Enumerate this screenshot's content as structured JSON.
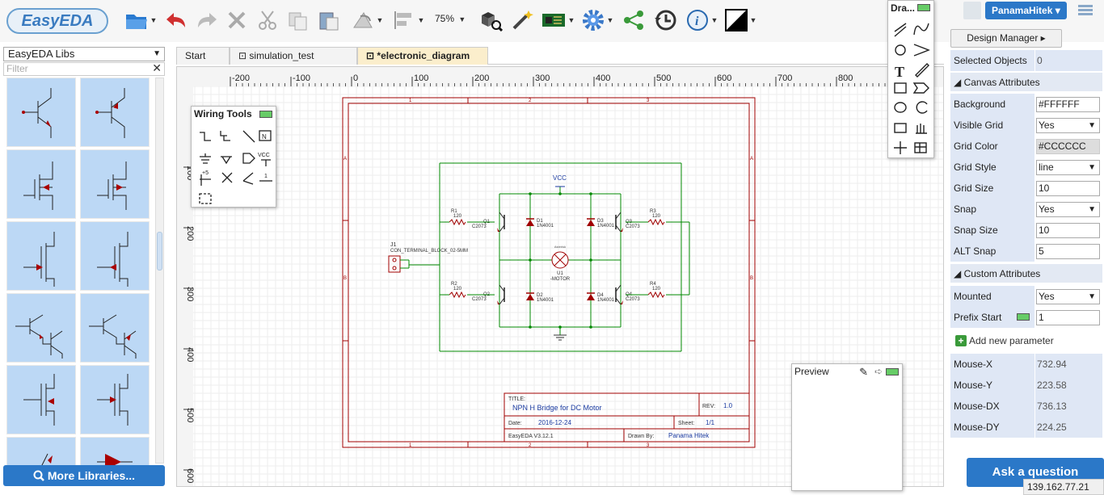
{
  "app": {
    "logo": "EasyEDA"
  },
  "toolbar": {
    "zoom": "75%",
    "icons": [
      "open-file-icon",
      "undo-icon",
      "redo-icon",
      "delete-icon",
      "cut-icon",
      "copy-icon",
      "paste-icon",
      "rotate-icon",
      "align-icon",
      "search-components-icon",
      "magic-wand-icon",
      "pcb-icon",
      "settings-gear-icon",
      "share-icon",
      "history-icon",
      "info-icon",
      "theme-icon"
    ]
  },
  "user": {
    "name": "PanamaHitek"
  },
  "library": {
    "selector": "EasyEDA Libs",
    "filter_placeholder": "Filter",
    "more_button": "More Libraries..."
  },
  "tabs": [
    {
      "label": "Start"
    },
    {
      "label": "simulation_test"
    },
    {
      "label": "*electronic_diagram"
    }
  ],
  "ruler": {
    "x_labels": [
      "-200",
      "-100",
      "0",
      "100",
      "200",
      "300",
      "400",
      "500",
      "600",
      "700",
      "800"
    ],
    "y_labels": [
      "100",
      "200",
      "300",
      "400",
      "500",
      "600"
    ]
  },
  "wiring_tools": {
    "title": "Wiring Tools"
  },
  "drawing_tools": {
    "title": "Dra..."
  },
  "preview": {
    "title": "Preview"
  },
  "schematic": {
    "border_cols": [
      "1",
      "2",
      "3"
    ],
    "border_rows": [
      "A",
      "B"
    ],
    "title_label": "TITLE:",
    "title": "NPN H Bridge for DC Motor",
    "rev_label": "REV:",
    "rev": "1.0",
    "date_label": "Date:",
    "date": "2016-12-24",
    "sheet_label": "Sheet:",
    "sheet": "1/1",
    "version": "EasyEDA V3.12.1",
    "drawn_label": "Drawn By:",
    "drawn": "Panama Hitek",
    "vcc": "VCC",
    "connector_ref": "J1",
    "connector_name": "CON_TERMINAL_BLOCK_02-5MM",
    "motor_ref": "U1",
    "motor_name": "-MOTOR",
    "motor_tag": "Asterisk",
    "resistors": [
      {
        "ref": "R1",
        "val": "120"
      },
      {
        "ref": "R2",
        "val": "120"
      },
      {
        "ref": "R3",
        "val": "120"
      },
      {
        "ref": "R4",
        "val": "120"
      }
    ],
    "transistors": [
      {
        "ref": "Q1",
        "val": "C2073"
      },
      {
        "ref": "Q2",
        "val": "C2073"
      },
      {
        "ref": "Q3",
        "val": "C2073"
      },
      {
        "ref": "Q4",
        "val": "C2073"
      }
    ],
    "diodes": [
      {
        "ref": "D1",
        "val": "1N4001"
      },
      {
        "ref": "D2",
        "val": "1N4001"
      },
      {
        "ref": "D3",
        "val": "1N4001"
      },
      {
        "ref": "D4",
        "val": "1N4001"
      }
    ]
  },
  "right_panel": {
    "design_manager": "Design Manager",
    "selected_objects_label": "Selected Objects",
    "selected_objects": "0",
    "canvas_section": "Canvas Attributes",
    "background_label": "Background",
    "background": "#FFFFFF",
    "visible_grid_label": "Visible Grid",
    "visible_grid": "Yes",
    "grid_color_label": "Grid Color",
    "grid_color": "#CCCCCC",
    "grid_style_label": "Grid Style",
    "grid_style": "line",
    "grid_size_label": "Grid Size",
    "grid_size": "10",
    "snap_label": "Snap",
    "snap": "Yes",
    "snap_size_label": "Snap Size",
    "snap_size": "10",
    "alt_snap_label": "ALT Snap",
    "alt_snap": "5",
    "custom_section": "Custom Attributes",
    "mounted_label": "Mounted",
    "mounted": "Yes",
    "prefix_label": "Prefix Start",
    "prefix": "1",
    "add_param": "Add new parameter",
    "mouse_x_label": "Mouse-X",
    "mouse_x": "732.94",
    "mouse_y_label": "Mouse-Y",
    "mouse_y": "223.58",
    "mouse_dx_label": "Mouse-DX",
    "mouse_dx": "736.13",
    "mouse_dy_label": "Mouse-DY",
    "mouse_dy": "224.25"
  },
  "ask_button": "Ask a question",
  "ip": "139.162.77.21",
  "colors": {
    "accent": "#2b78c8",
    "wire": "#008800",
    "component": "#a00000",
    "border": "#a00000"
  }
}
